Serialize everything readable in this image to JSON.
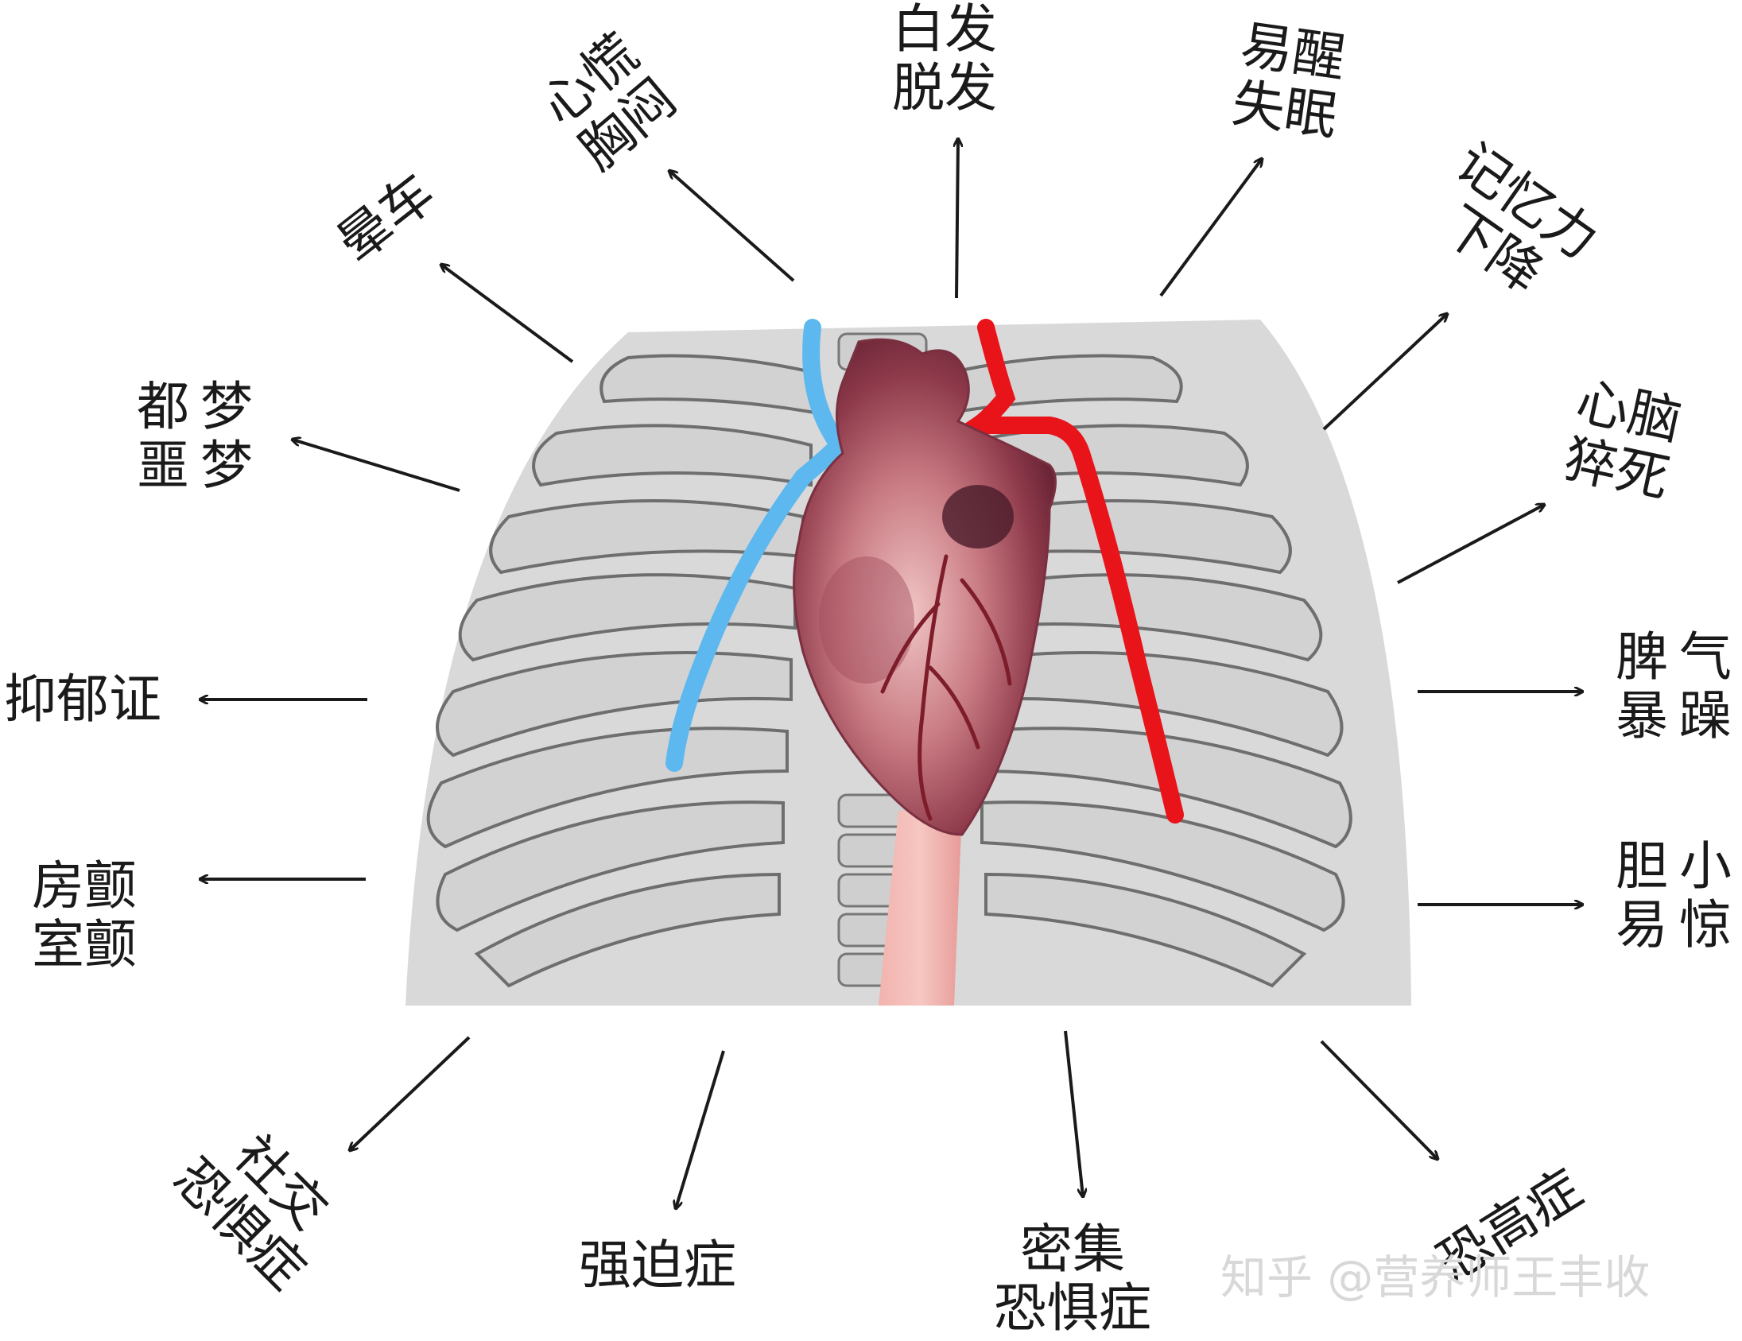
{
  "labels": {
    "carsick": {
      "l1": "晕车"
    },
    "palpitation": {
      "l1": "心慌",
      "l2": "胸闷"
    },
    "hair": {
      "l1": "白发",
      "l2": "脱发"
    },
    "insomnia": {
      "l1": "易醒",
      "l2": "失眠"
    },
    "memory": {
      "l1": "记忆力",
      "l2": "下降"
    },
    "sudden": {
      "l1": "心脑",
      "l2": "猝死"
    },
    "dreams": {
      "l1": "都梦",
      "l2": "噩梦"
    },
    "depression": {
      "l1": "抑郁证"
    },
    "temper": {
      "l1": "脾气",
      "l2": "暴躁"
    },
    "fibrillation": {
      "l1": "房颤",
      "l2": "室颤"
    },
    "timid": {
      "l1": "胆小",
      "l2": "易惊"
    },
    "social": {
      "l1": "社交",
      "l2": "恐惧症"
    },
    "ocd": {
      "l1": "强迫症"
    },
    "trypo": {
      "l1": "密集",
      "l2": "恐惧症"
    },
    "acro": {
      "l1": "恐高症"
    }
  },
  "watermark": "知乎 @营养师王丰收",
  "colors": {
    "vein": "#5db8ef",
    "artery": "#e8141a",
    "bone": "#d4d4d4",
    "bone_stroke": "#6e6e6e",
    "background": "#d9d9d9"
  }
}
